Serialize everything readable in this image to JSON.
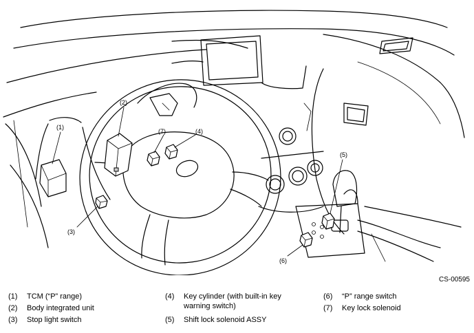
{
  "figure_code": "CS-00595",
  "callouts": [
    {
      "id": "1",
      "label": "(1)"
    },
    {
      "id": "2",
      "label": "(2)"
    },
    {
      "id": "3",
      "label": "(3)"
    },
    {
      "id": "4",
      "label": "(4)"
    },
    {
      "id": "5",
      "label": "(5)"
    },
    {
      "id": "6",
      "label": "(6)"
    },
    {
      "id": "7",
      "label": "(7)"
    }
  ],
  "legend": [
    {
      "num": "(1)",
      "text": "TCM (“P” range)"
    },
    {
      "num": "(2)",
      "text": "Body integrated unit"
    },
    {
      "num": "(3)",
      "text": "Stop light switch"
    },
    {
      "num": "(4)",
      "text": "Key cylinder (with built-in key\nwarning switch)"
    },
    {
      "num": "(5)",
      "text": "Shift lock solenoid ASSY"
    },
    {
      "num": "(6)",
      "text": "“P” range switch"
    },
    {
      "num": "(7)",
      "text": "Key lock solenoid"
    }
  ]
}
